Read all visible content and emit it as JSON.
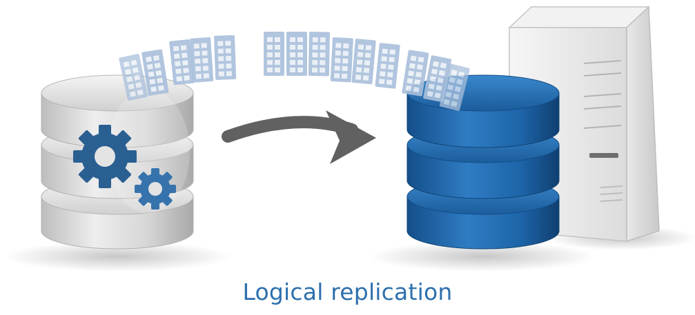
{
  "caption": "Logical replication",
  "colors": {
    "source_db": "#d4d4d4",
    "target_db": "#1f67aa",
    "gear": "#2a5f92",
    "packet": "#a9bfdb",
    "arrow": "#616161",
    "server": "#d9d9d9",
    "caption": "#2d6fad"
  },
  "icons": {
    "source": "database-with-gears",
    "target": "database",
    "server": "server-tower",
    "packets": "table-rows",
    "flow": "curved-arrow-right"
  }
}
